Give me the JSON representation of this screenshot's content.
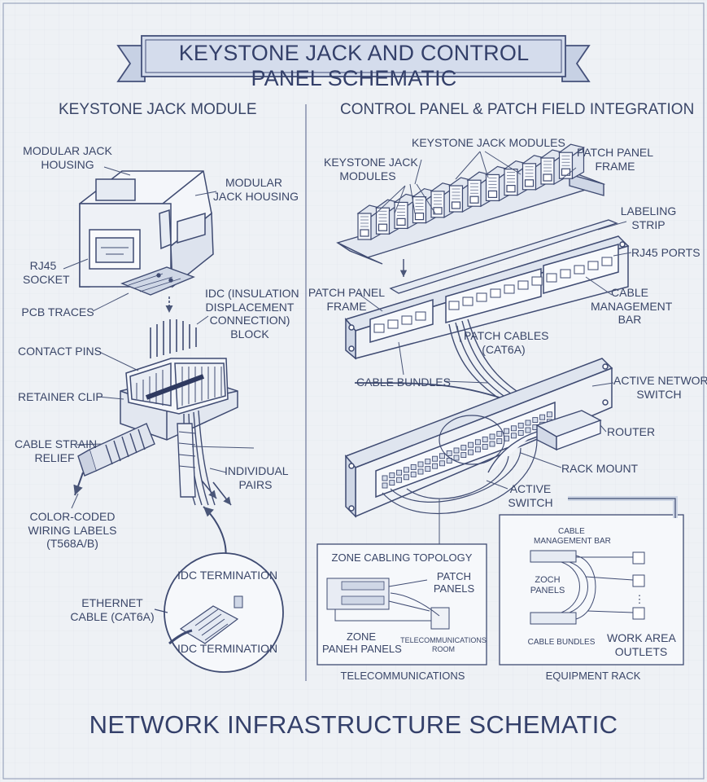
{
  "title": "KEYSTONE JACK AND CONTROL PANEL SCHEMATIC",
  "footer": "NETWORK INFRASTRUCTURE SCHEMATIC",
  "colors": {
    "background": "#eef1f5",
    "ink": "#3a4668",
    "banner": "#c7d1e4"
  },
  "left_section": {
    "heading": "KEYSTONE JACK MODULE",
    "labels": {
      "modular_jack_housing_1": [
        "MODULAR JACK",
        "HOUSING"
      ],
      "modular_jack_housing_2": [
        "MODULAR",
        "JACK HOUSING"
      ],
      "rj45_socket": [
        "RJ45",
        "SOCKET"
      ],
      "pcb_traces": "PCB TRACES",
      "idc_block": [
        "IDC (INSULATION",
        "DISPLACEMENT",
        "CONNECTION)",
        "BLOCK"
      ],
      "contact_pins": "CONTACT PINS",
      "retainer_clip": "RETAINER CLIP",
      "cable_strain_relief": [
        "CABLE STRAIN",
        "RELIEF"
      ],
      "individual_pairs": [
        "INDIVIDUAL",
        "PAIRS"
      ],
      "color_coded_labels": [
        "COLOR-CODED",
        "WIRING LABELS",
        "(T568A/B)"
      ],
      "idc_termination_top": "IDC TERMINATION",
      "idc_termination_bottom": "IDC TERMINATION",
      "ethernet_cable": [
        "ETHERNET",
        "CABLE (CAT6A)"
      ]
    }
  },
  "right_section": {
    "heading": "CONTROL PANEL & PATCH FIELD INTEGRATION",
    "labels": {
      "keystone_jack_modules_1": "KEYSTONE JACK MODULES",
      "keystone_jack_modules_2": [
        "KEYSTONE JACK",
        "MODULES"
      ],
      "patch_panel_frame_1": [
        "PATCH PANEL",
        "FRAME"
      ],
      "labeling_strip": [
        "LABELING",
        "STRIP"
      ],
      "rj45_ports": "RJ45 PORTS",
      "patch_panel_frame_2": [
        "PATCH PANEL",
        "FRAME"
      ],
      "cable_management_bar": [
        "CABLE",
        "MANAGEMENT",
        "BAR"
      ],
      "patch_cables": [
        "PATCH CABLES",
        "(CAT6A)"
      ],
      "cable_bundles": "CABLE BUNDLES",
      "active_network_switch": [
        "ACTIVE NETWORK",
        "SWITCH"
      ],
      "router": "ROUTER",
      "rack_mount": "RACK MOUNT",
      "active_switch": [
        "ACTIVE",
        "SWITCH"
      ]
    },
    "zone_box": {
      "title": "ZONE CABLING TOPOLOGY",
      "patch_panels": [
        "PATCH",
        "PANELS"
      ],
      "zone_panels": [
        "ZONE",
        "PANEH PANELS"
      ],
      "telecom_room": [
        "TELECOMMUNICATIONS",
        "ROOM"
      ],
      "caption": "TELECOMMUNICATIONS"
    },
    "rack_box": {
      "cable_management_bar": [
        "CABLE",
        "MANAGEMENT BAR"
      ],
      "zoch_panels": [
        "ZOCH",
        "PANELS"
      ],
      "cable_bundles": "CABLE BUNDLES",
      "work_area_outlets": [
        "WORK AREA",
        "OUTLETS"
      ],
      "ellipsis": "⋮",
      "caption": "EQUIPMENT RACK"
    }
  }
}
